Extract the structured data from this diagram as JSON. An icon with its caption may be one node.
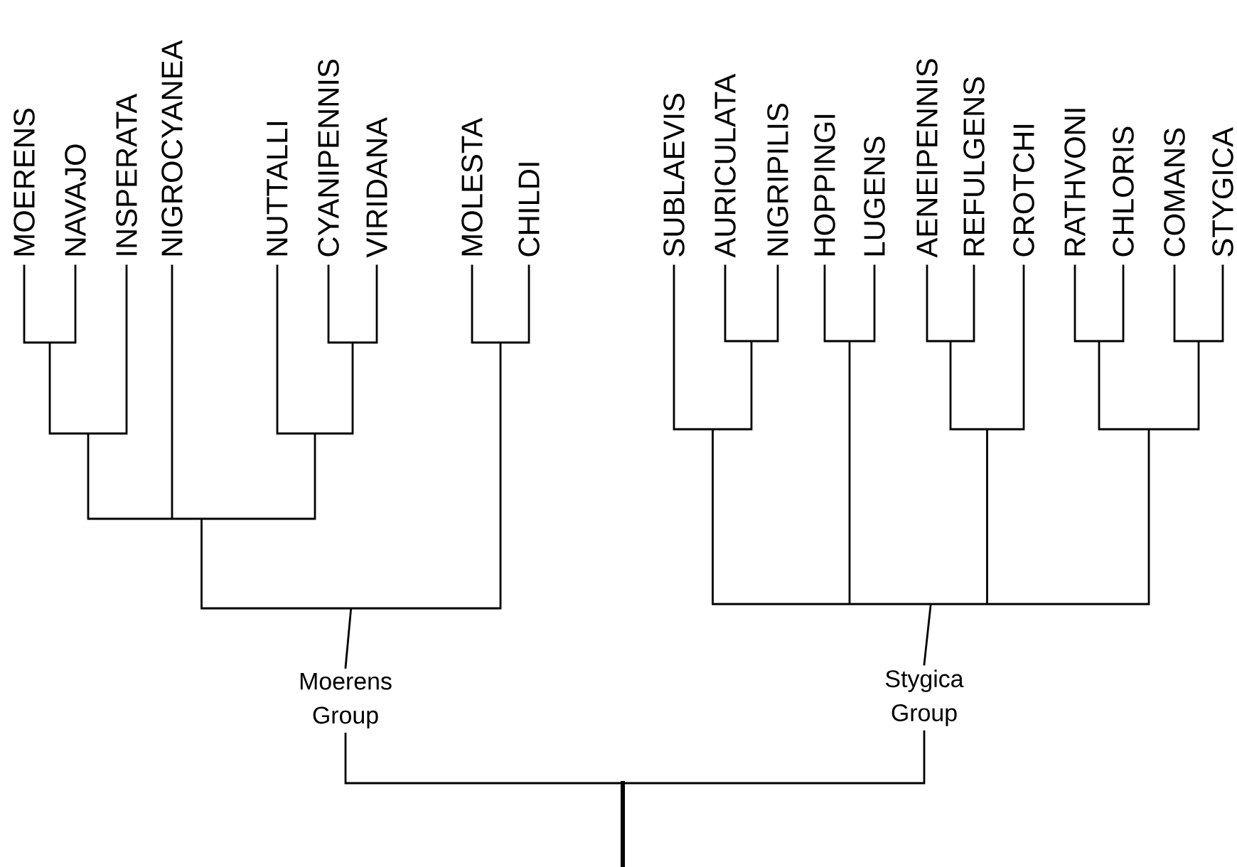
{
  "diagram": {
    "nodes": [
      {
        "text": [
          "MOERENS"
        ]
      },
      {
        "text": [
          "NAVAJO"
        ]
      },
      {
        "text": [
          "INSPERATA"
        ]
      },
      {
        "text": [
          "NIGROCYANEA"
        ]
      },
      {
        "text": [
          "NUTTALLI"
        ]
      },
      {
        "text": [
          "CYANIPENNIS"
        ]
      },
      {
        "text": [
          "VIRIDANA"
        ]
      },
      {
        "text": [
          "MOLESTA"
        ]
      },
      {
        "text": [
          "CHILDI"
        ]
      },
      {
        "text": [
          "SUBLAEVIS"
        ]
      },
      {
        "text": [
          "AURICULATA"
        ]
      },
      {
        "text": [
          "NIGRIPILIS"
        ]
      },
      {
        "text": [
          "HOPPINGI"
        ]
      },
      {
        "text": [
          "LUGENS"
        ]
      },
      {
        "text": [
          "AENEIPENNIS"
        ]
      },
      {
        "text": [
          "REFULGENS"
        ]
      },
      {
        "text": [
          "CROTCHI"
        ]
      },
      {
        "text": [
          "RATHVONI"
        ]
      },
      {
        "text": [
          "CHLORIS"
        ]
      },
      {
        "text": [
          "COMANS"
        ]
      },
      {
        "text": [
          "STYGICA"
        ]
      },
      {
        "text": [
          "Moerens Group"
        ]
      },
      {
        "text": [
          "Stygica Group"
        ]
      }
    ],
    "edges": [
      {
        "from": 21,
        "to": 0,
        "arrow": "none"
      },
      {
        "from": 21,
        "to": 1,
        "arrow": "none"
      },
      {
        "from": 21,
        "to": 2,
        "arrow": "none"
      },
      {
        "from": 21,
        "to": 3,
        "arrow": "none"
      },
      {
        "from": 21,
        "to": 4,
        "arrow": "none"
      },
      {
        "from": 21,
        "to": 5,
        "arrow": "none"
      },
      {
        "from": 21,
        "to": 6,
        "arrow": "none"
      },
      {
        "from": 21,
        "to": 7,
        "arrow": "none"
      },
      {
        "from": 21,
        "to": 8,
        "arrow": "none"
      },
      {
        "from": 22,
        "to": 9,
        "arrow": "none"
      },
      {
        "from": 22,
        "to": 10,
        "arrow": "none"
      },
      {
        "from": 22,
        "to": 11,
        "arrow": "none"
      },
      {
        "from": 22,
        "to": 12,
        "arrow": "none"
      },
      {
        "from": 22,
        "to": 13,
        "arrow": "none"
      },
      {
        "from": 22,
        "to": 14,
        "arrow": "none"
      },
      {
        "from": 22,
        "to": 15,
        "arrow": "none"
      },
      {
        "from": 22,
        "to": 16,
        "arrow": "none"
      },
      {
        "from": 22,
        "to": 17,
        "arrow": "none"
      },
      {
        "from": 22,
        "to": 18,
        "arrow": "none"
      },
      {
        "from": 22,
        "to": 19,
        "arrow": "none"
      },
      {
        "from": 22,
        "to": 20,
        "arrow": "none"
      },
      {
        "from": 21,
        "to": 22,
        "arrow": "none"
      }
    ]
  }
}
